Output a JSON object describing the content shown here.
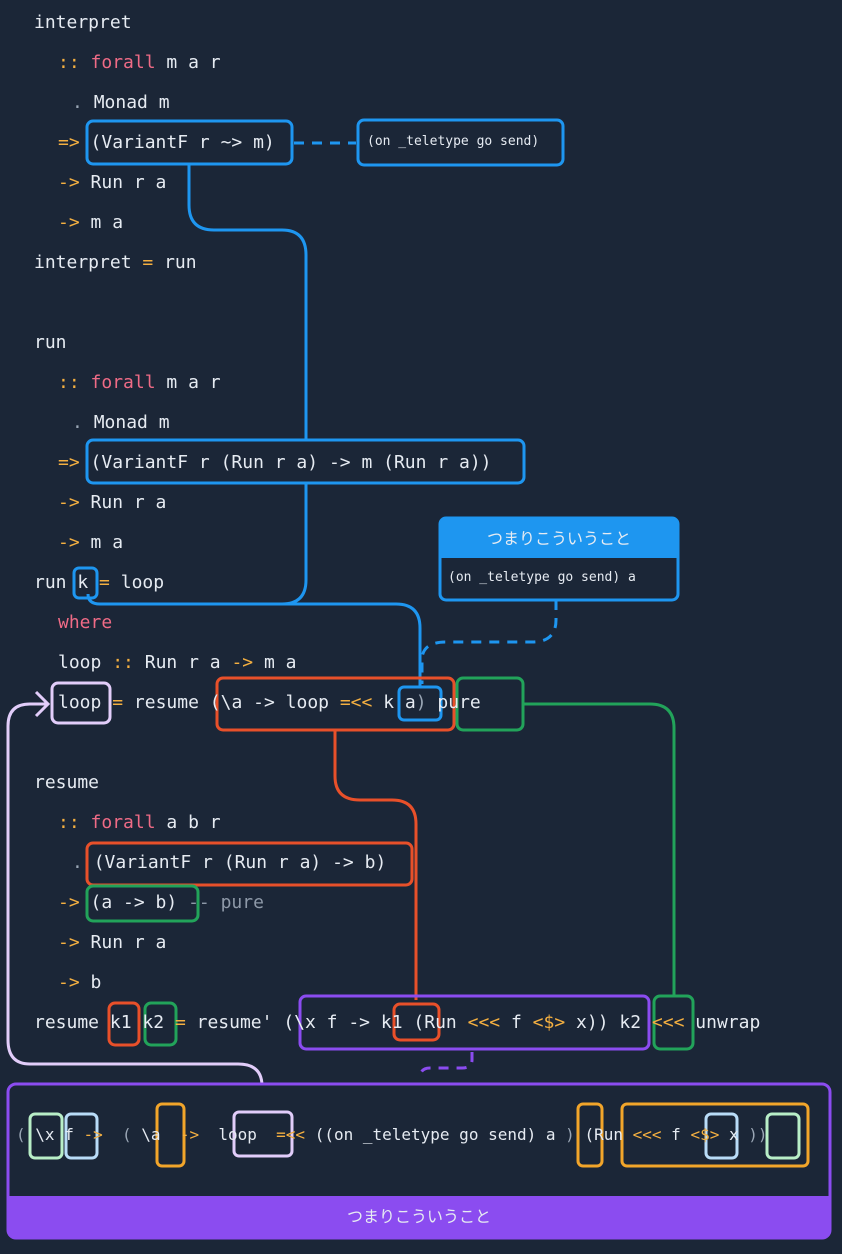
{
  "code": {
    "interpret": {
      "name": "interpret",
      "sig_prefix": "::",
      "forall_kw": "forall",
      "forall_vars": "m a r",
      "dot": ".",
      "monad": "Monad m",
      "fat_arrow": "=>",
      "arg": "(VariantF r ~> m)",
      "arrow": "->",
      "run_type": "Run r a",
      "result": "m a",
      "def": "interpret",
      "eq": "=",
      "rhs": "run"
    },
    "run": {
      "name": "run",
      "sig_prefix": "::",
      "forall_kw": "forall",
      "forall_vars": "m a r",
      "dot": ".",
      "monad": "Monad m",
      "fat_arrow": "=>",
      "arg": "(VariantF r (Run r a) -> m (Run r a))",
      "arrow": "->",
      "run_type": "Run r a",
      "result": "m a",
      "def_name": "run",
      "def_k": "k",
      "eq": "=",
      "def_rhs": "loop",
      "where_kw": "where",
      "loop_sig_name": "loop",
      "loop_sig_colons": "::",
      "loop_sig_t1": "Run r a",
      "loop_sig_arrow": "->",
      "loop_sig_t2": "m a",
      "loop_def": "loop",
      "loop_eq": "=",
      "loop_resume": "resume",
      "loop_lambda_open": "(\\a ->",
      "loop_lambda_loop": "loop",
      "loop_bind": "=<<",
      "loop_ka": "k a",
      "loop_lambda_close": ")",
      "loop_pure": "pure"
    },
    "resume": {
      "name": "resume",
      "sig_prefix": "::",
      "forall_kw": "forall",
      "forall_vars": "a b r",
      "dot": ".",
      "arg1": "(VariantF r (Run r a) -> b)",
      "arrow": "->",
      "arg2": "(a -> b)",
      "comment": "-- pure",
      "run_type": "Run r a",
      "result": "b",
      "def_name": "resume",
      "k1": "k1",
      "k2": "k2",
      "eq": "=",
      "resume_prime": "resume'",
      "lambda_open": "(\\x f ->",
      "lambda_k1": "k1",
      "lambda_body_open": "(Run",
      "lambda_compose": "<<<",
      "lambda_f": "f",
      "lambda_fmap": "<$>",
      "lambda_x": "x))",
      "after_k2": "<<<",
      "unwrap": "unwrap"
    }
  },
  "callouts": {
    "top_right": {
      "text": "(on _teletype go send)"
    },
    "middle": {
      "header": "つまりこういうこと",
      "body": "(on _teletype go send)",
      "body_a": "a"
    },
    "bottom": {
      "footer": "つまりこういうこと",
      "p_open": "(",
      "lam_x": "\\x",
      "f": "f",
      "arr1": "->",
      "p_open2": "(",
      "lam_a": "\\a",
      "arr2": "->",
      "loop": "loop",
      "bind": "=<<",
      "on_expr": "((on _teletype go send)",
      "a": "a",
      "p_close": ")",
      "run_open": "(Run",
      "compose": "<<<",
      "f2": "f",
      "fmap": "<$>",
      "x2": "x",
      "tail": "))"
    }
  },
  "colors": {
    "background": "#1b2637",
    "blue": "#1e96f0",
    "red": "#e8502a",
    "green": "#22a35a",
    "purple": "#8b4cf0",
    "lavender": "#e2cdfa",
    "light_blue": "#b9dcf8",
    "light_green": "#b8eec7",
    "orange": "#f2a52a"
  }
}
